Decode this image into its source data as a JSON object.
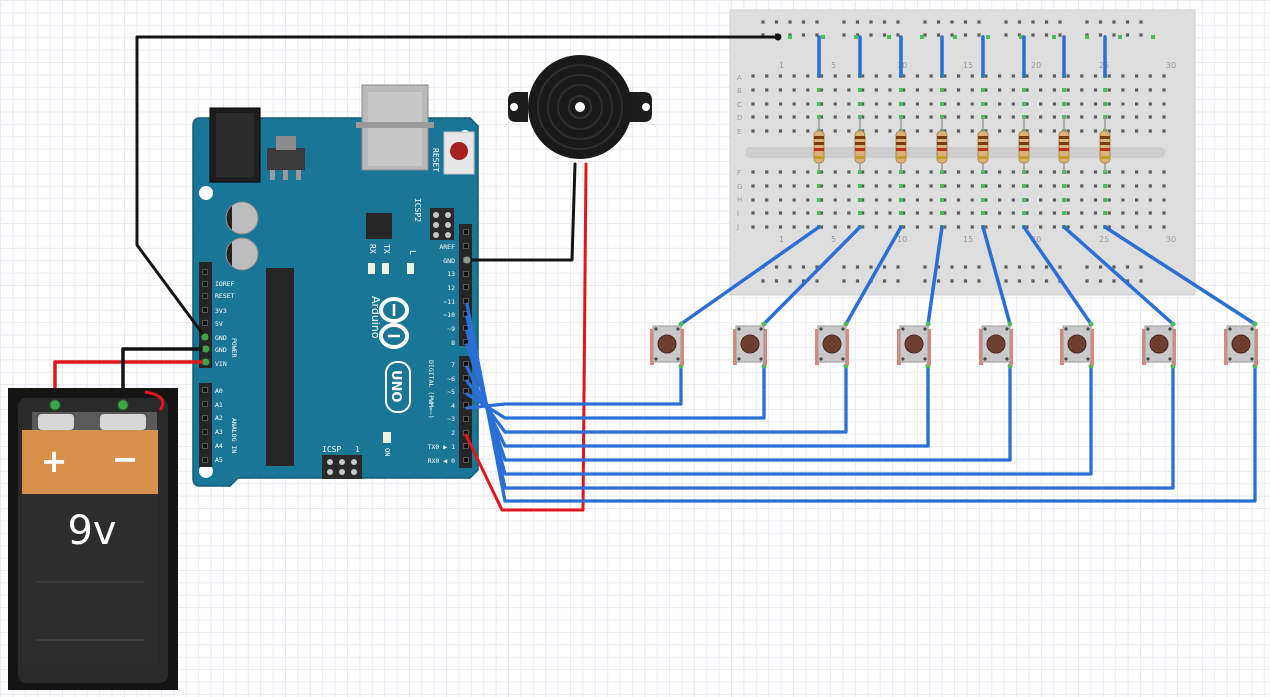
{
  "arduino": {
    "brand": "Arduino",
    "model": "UNO",
    "reset_label": "RESET",
    "icsp2_label": "ICSP2",
    "icsp_label": "ICSP",
    "icsp_one": "1",
    "rx_label": "RX",
    "tx_label": "TX",
    "l_label": "L",
    "on_label": "ON",
    "power_label": "POWER",
    "analog_label": "ANALOG IN",
    "digital_label": "DIGITAL (PWM=~)",
    "power_pins": [
      "IOREF",
      "RESET",
      "3V3",
      "5V",
      "GND",
      "GND",
      "VIN"
    ],
    "analog_pins": [
      "A0",
      "A1",
      "A2",
      "A3",
      "A4",
      "A5"
    ],
    "digital_top": [
      "AREF",
      "GND",
      "13",
      "12",
      "~11",
      "~10",
      "~9",
      "8"
    ],
    "digital_bottom": [
      "7",
      "~6",
      "~5",
      "4",
      "~3",
      "2",
      "TX0 ▶ 1",
      "RX0 ◀ 0"
    ]
  },
  "breadboard": {
    "col_numbers": [
      "1",
      "5",
      "10",
      "15",
      "20",
      "25",
      "30"
    ],
    "rows_top": [
      "A",
      "B",
      "C",
      "D",
      "E"
    ],
    "rows_bottom": [
      "F",
      "G",
      "H",
      "I",
      "J"
    ]
  },
  "battery": {
    "plus": "+",
    "minus": "−",
    "voltage": "9v"
  },
  "colors": {
    "wire_blue": "#2a6fd6",
    "wire_red": "#e0161b",
    "wire_black": "#141414",
    "board_teal": "#1a7696",
    "battery_orange": "#d9904a"
  },
  "counts": {
    "buttons": 8,
    "resistors": 8
  }
}
